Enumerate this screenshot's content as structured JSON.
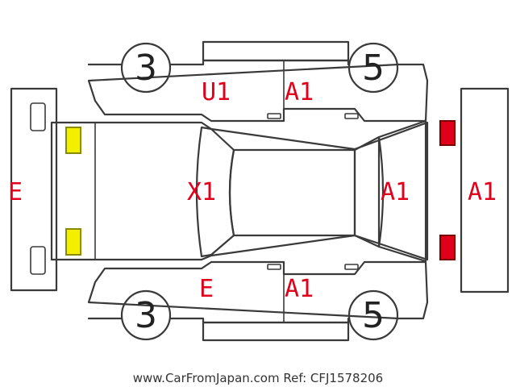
{
  "colors": {
    "damage_code": "#e0001b",
    "outline": "#3a3a3a",
    "front_lamp_fill": "#f2ef00",
    "front_lamp_stroke": "#8a8a00",
    "rear_lamp_fill": "#e0001b",
    "rear_lamp_stroke": "#7a0000"
  },
  "tyres": {
    "front_left": "3",
    "front_right": "3",
    "rear_left": "5",
    "rear_right": "5"
  },
  "damage_codes": {
    "front_bumper": "E",
    "front_left_fender": "U1",
    "rear_left_door": "A1",
    "windshield": "X1",
    "rear_window": "A1",
    "rear_bumper": "A1",
    "front_right_fender": "E",
    "rear_right_door": "A1"
  },
  "footer": {
    "text": "www.CarFromJapan.com Ref: CFJ1578206"
  },
  "icons": {
    "headlamps": "yellow-lamp-icon",
    "taillamps": "red-lamp-icon",
    "door_handles": "door-handle-icon"
  }
}
